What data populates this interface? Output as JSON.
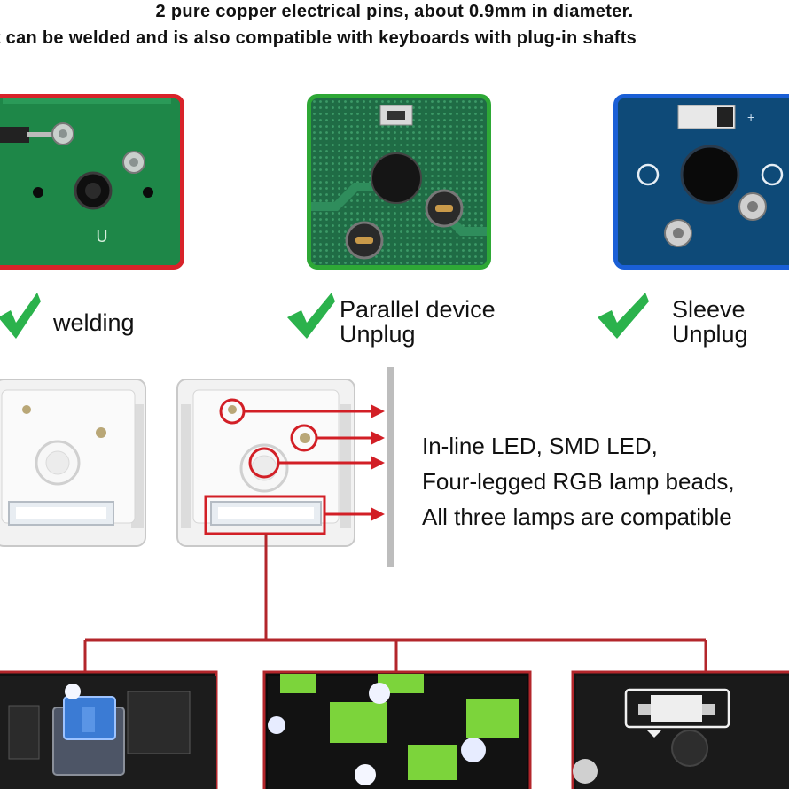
{
  "header": {
    "line1": "2 pure copper electrical pins, about 0.9mm in diameter.",
    "line2": "It can be welded and is also compatible with keyboards with plug-in shafts"
  },
  "methods": [
    {
      "label_line1": "welding",
      "label_line2": "",
      "frame_color": "#d8232a",
      "pcb_mark": "U"
    },
    {
      "label_line1": "Parallel device",
      "label_line2": "Unplug",
      "frame_color": "#2ea836"
    },
    {
      "label_line1": "Sleeve",
      "label_line2": "Unplug",
      "frame_color": "#1a5fd6"
    }
  ],
  "led_info": {
    "line1": "In-line LED, SMD LED,",
    "line2": "Four-legged RGB lamp beads,",
    "line3": "All three lamps are compatible"
  },
  "colors": {
    "check": "#2bb24c",
    "callout": "#d21f26",
    "tree": "#b3262b"
  }
}
